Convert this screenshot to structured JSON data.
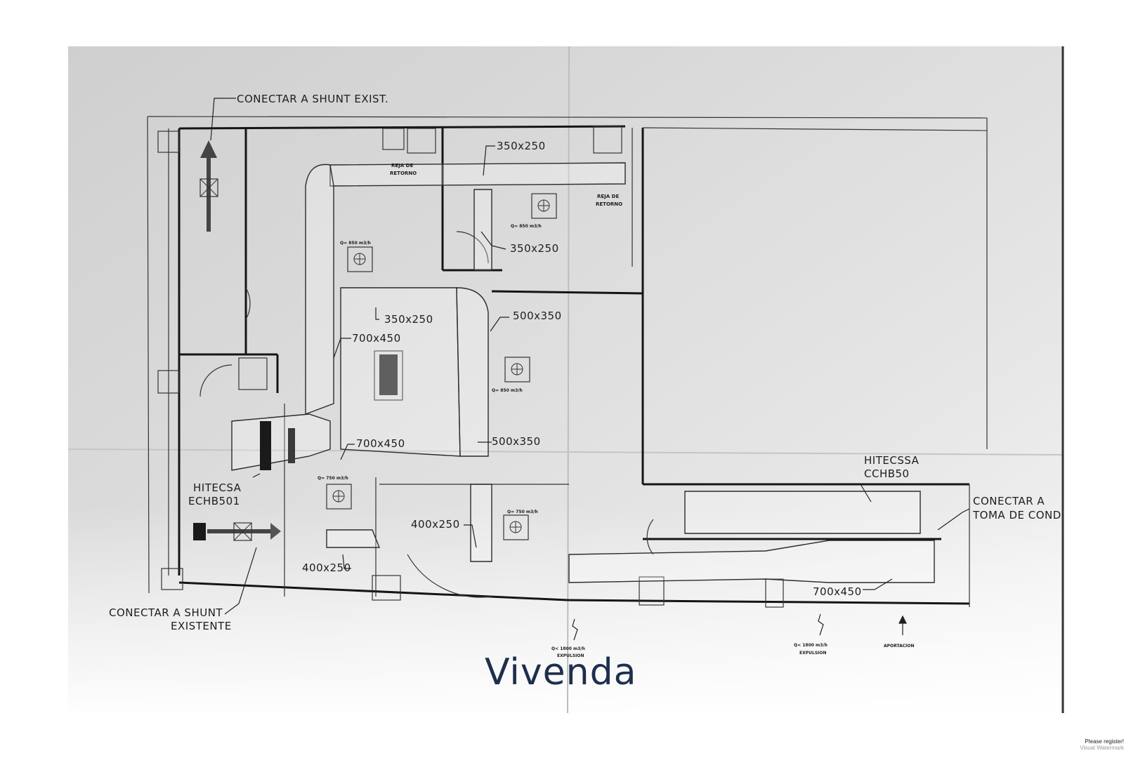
{
  "labels": {
    "shunt_top": "CONECTAR A SHUNT EXIST.",
    "shunt_bottom_1": "CONECTAR A SHUNT",
    "shunt_bottom_2": "EXISTENTE",
    "toma_1": "CONECTAR A",
    "toma_2": "TOMA DE COND",
    "unit_left_1": "HITECSA",
    "unit_left_2": "ECHB501",
    "unit_right_1": "HITECSSA",
    "unit_right_2": "CCHB50",
    "reja1_1": "REJA DE",
    "reja1_2": "RETORNO",
    "reja2_1": "REJA DE",
    "reja2_2": "RETORNO"
  },
  "ducts": {
    "d1": "350x250",
    "d2": "350x250",
    "d3": "350x250",
    "d4": "500x350",
    "d5": "700x450",
    "d6": "700x450",
    "d7": "500x350",
    "d8": "400x250",
    "d9": "400x250",
    "d10": "700x450"
  },
  "flows": {
    "f1": "Q= 850 m3/h",
    "f2": "Q= 850 m3/h",
    "f3": "Q= 850 m3/h",
    "f4": "Q= 750 m3/h",
    "f5": "Q= 750 m3/h"
  },
  "exhaust": {
    "e1_q": "Q< 1800 m3/h",
    "e1_label": "EXPULSION",
    "e2_q": "Q< 1800 m3/h",
    "e2_label": "EXPULSION",
    "e3_label": "APORTACION"
  },
  "logo": {
    "text": "Vivenda",
    "color": "#1d2f4d"
  },
  "watermark": {
    "line1": "Please register!",
    "line2": "Visual Watermark"
  }
}
